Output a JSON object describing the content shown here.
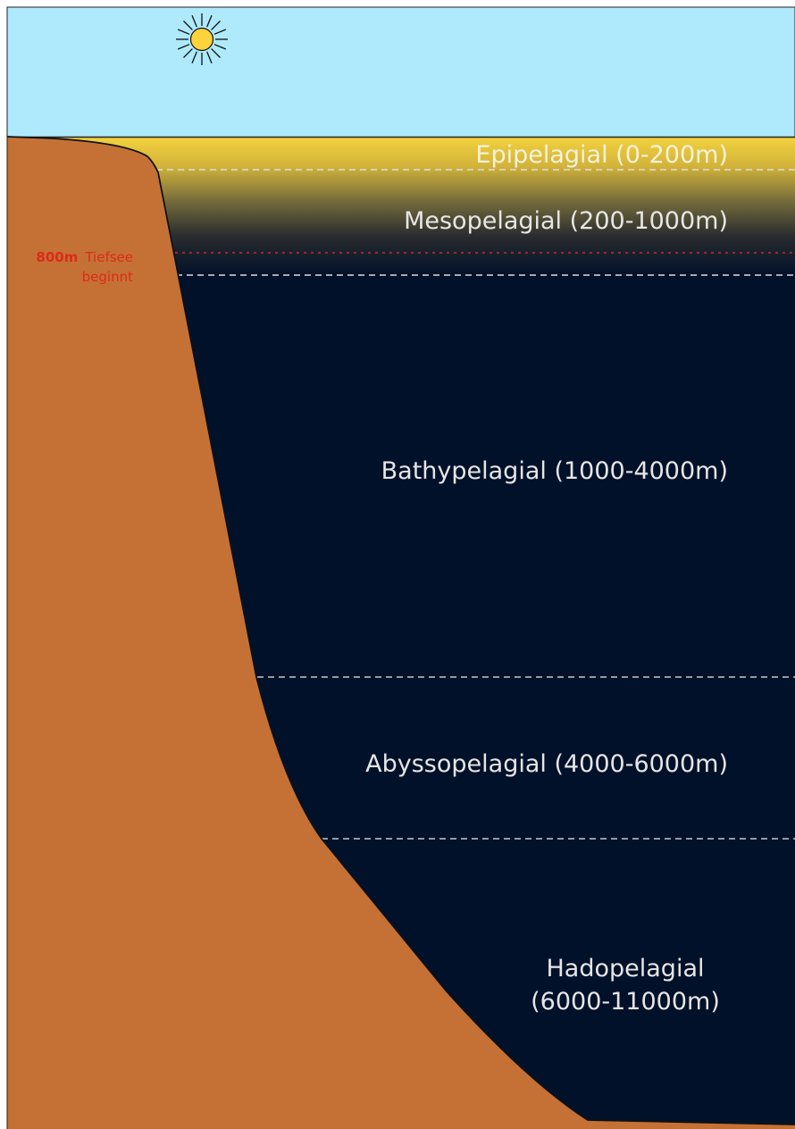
{
  "colors": {
    "sky": "#aee9fc",
    "surface_water": "#f0cf3c",
    "deep_water": "#02112a",
    "rock": "#c57136",
    "sun": "#fdd33d",
    "marker": "#dd2a1a",
    "boundary_line": "#c8c8c8"
  },
  "icons": {
    "sun": "sun-icon"
  },
  "zones": {
    "epipelagial": "Epipelagial (0-200m)",
    "mesopelagial": "Mesopelagial (200-1000m)",
    "bathypelagial": "Bathypelagial (1000-4000m)",
    "abyssopelagial": "Abyssopelagial (4000-6000m)",
    "hadopelagial_line1": "Hadopelagial",
    "hadopelagial_line2": "(6000-11000m)"
  },
  "marker": {
    "depth": "800m",
    "text_line1": "Tiefsee",
    "text_line2": "beginnt"
  }
}
